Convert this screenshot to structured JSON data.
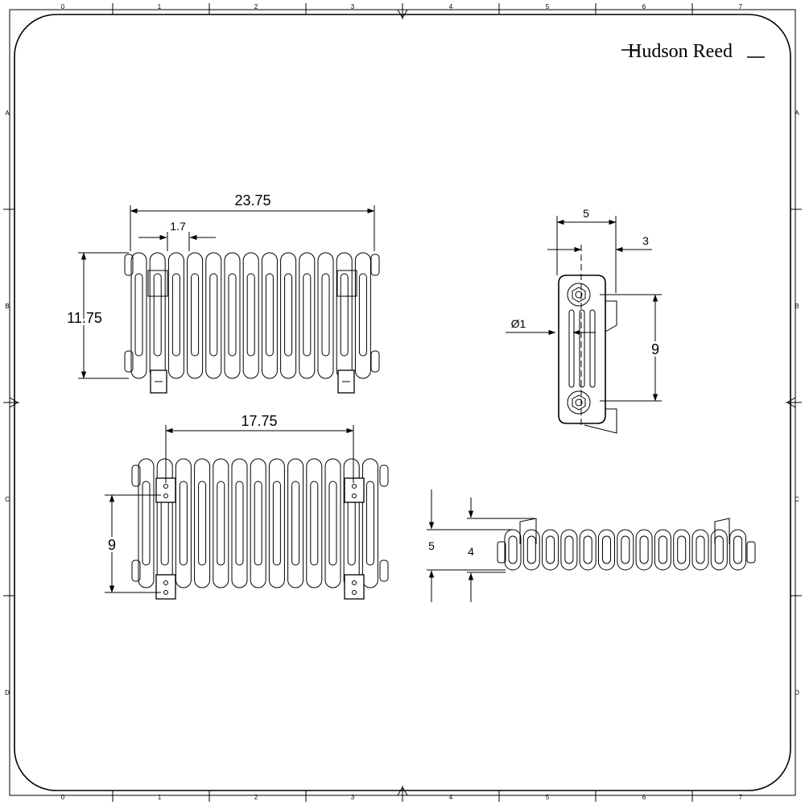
{
  "brand": {
    "name": "Hudson Reed"
  },
  "grid": {
    "columns": [
      "0",
      "1",
      "2",
      "3",
      "4",
      "5",
      "6",
      "7"
    ],
    "rows": [
      "A",
      "B",
      "C",
      "D"
    ]
  },
  "views": {
    "front": {
      "width_label": "23.75",
      "height_label": "11.75",
      "column_pitch_label": "1.7"
    },
    "side": {
      "depth_label": "5",
      "offset_label": "3",
      "pipe_label": "Ø1",
      "height_label": "9"
    },
    "rear": {
      "bracket_span_label": "17.75",
      "bracket_height_label": "9"
    },
    "plan": {
      "outer_label": "5",
      "inner_label": "4"
    }
  }
}
